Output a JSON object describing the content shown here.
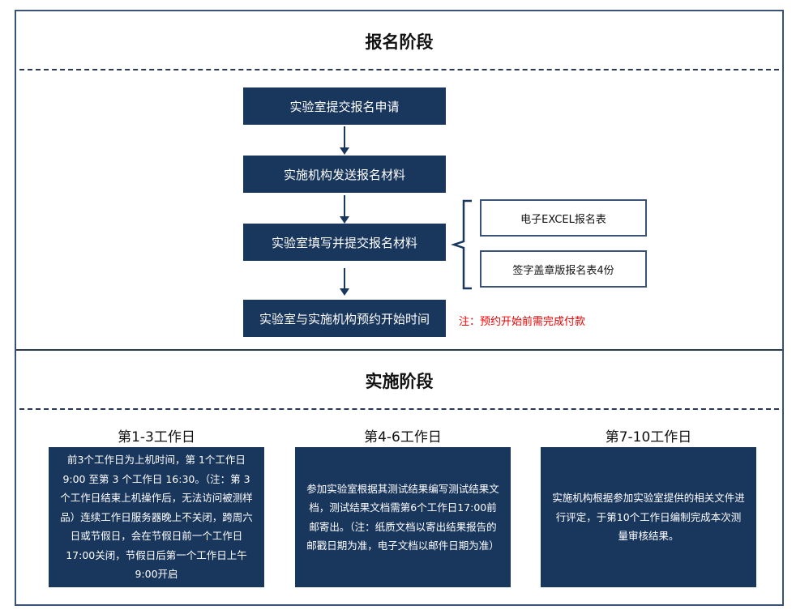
{
  "registration": {
    "title": "报名阶段",
    "steps": [
      "实验室提交报名申请",
      "实施机构发送报名材料",
      "实验室填写并提交报名材料",
      "实验室与实施机构预约开始时间"
    ],
    "materials": [
      "电子EXCEL报名表",
      "签字盖章版报名表4份"
    ],
    "note": "注：预约开始前需完成付款"
  },
  "implementation": {
    "title": "实施阶段",
    "phases": [
      {
        "label": "第1-3工作日",
        "text": "前3个工作日为上机时间，第 1个工作日9:00 至第 3 个工作日 16:30。（注：第 3个工作日结束上机操作后，无法访问被测样品）连续工作日服务器晚上不关闭，跨周六日或节假日，会在节假日前一个工作日17:00关闭，节假日后第一个工作日上午9:00开启"
      },
      {
        "label": "第4-6工作日",
        "text": "参加实验室根据其测试结果编写测试结果文档，测试结果文档需第6个工作日17:00前邮寄出。（注：纸质文档以寄出结果报告的邮戳日期为准，电子文档以邮件日期为准）"
      },
      {
        "label": "第7-10工作日",
        "text": "实施机构根据参加实验室提供的相关文件进行评定，于第10个工作日编制完成本次测量审核结果。"
      }
    ]
  }
}
